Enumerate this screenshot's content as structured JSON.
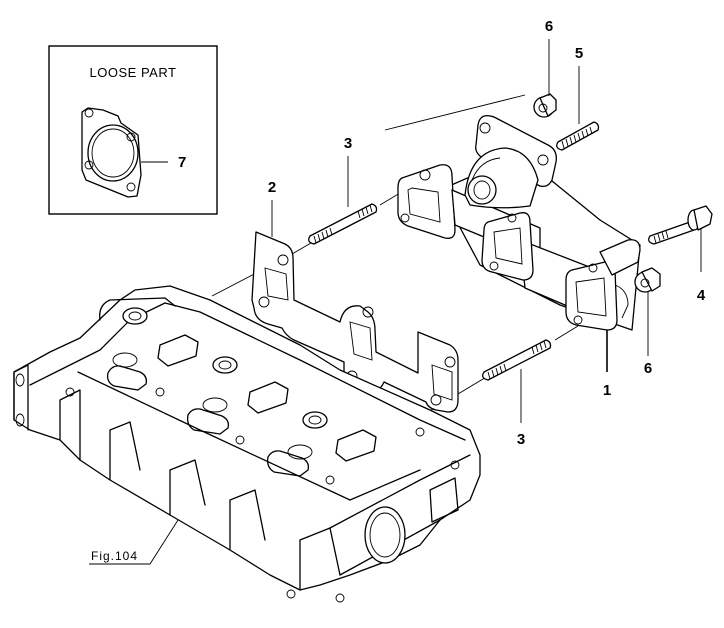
{
  "diagram": {
    "type": "exploded-parts-view",
    "loose_part_box": {
      "title": "LOOSE PART",
      "part": {
        "callout": "7",
        "name": "gasket"
      }
    },
    "callouts": [
      {
        "id": "1",
        "text": "1",
        "refers_to": "exhaust-manifold"
      },
      {
        "id": "2",
        "text": "2",
        "refers_to": "manifold-gasket"
      },
      {
        "id": "3a",
        "text": "3",
        "refers_to": "stud-upper"
      },
      {
        "id": "3b",
        "text": "3",
        "refers_to": "stud-lower"
      },
      {
        "id": "4",
        "text": "4",
        "refers_to": "flange-bolt"
      },
      {
        "id": "5",
        "text": "5",
        "refers_to": "stud-short"
      },
      {
        "id": "6a",
        "text": "6",
        "refers_to": "flange-nut-upper"
      },
      {
        "id": "6b",
        "text": "6",
        "refers_to": "flange-nut-lower"
      }
    ],
    "figure_reference": "Fig.104"
  }
}
